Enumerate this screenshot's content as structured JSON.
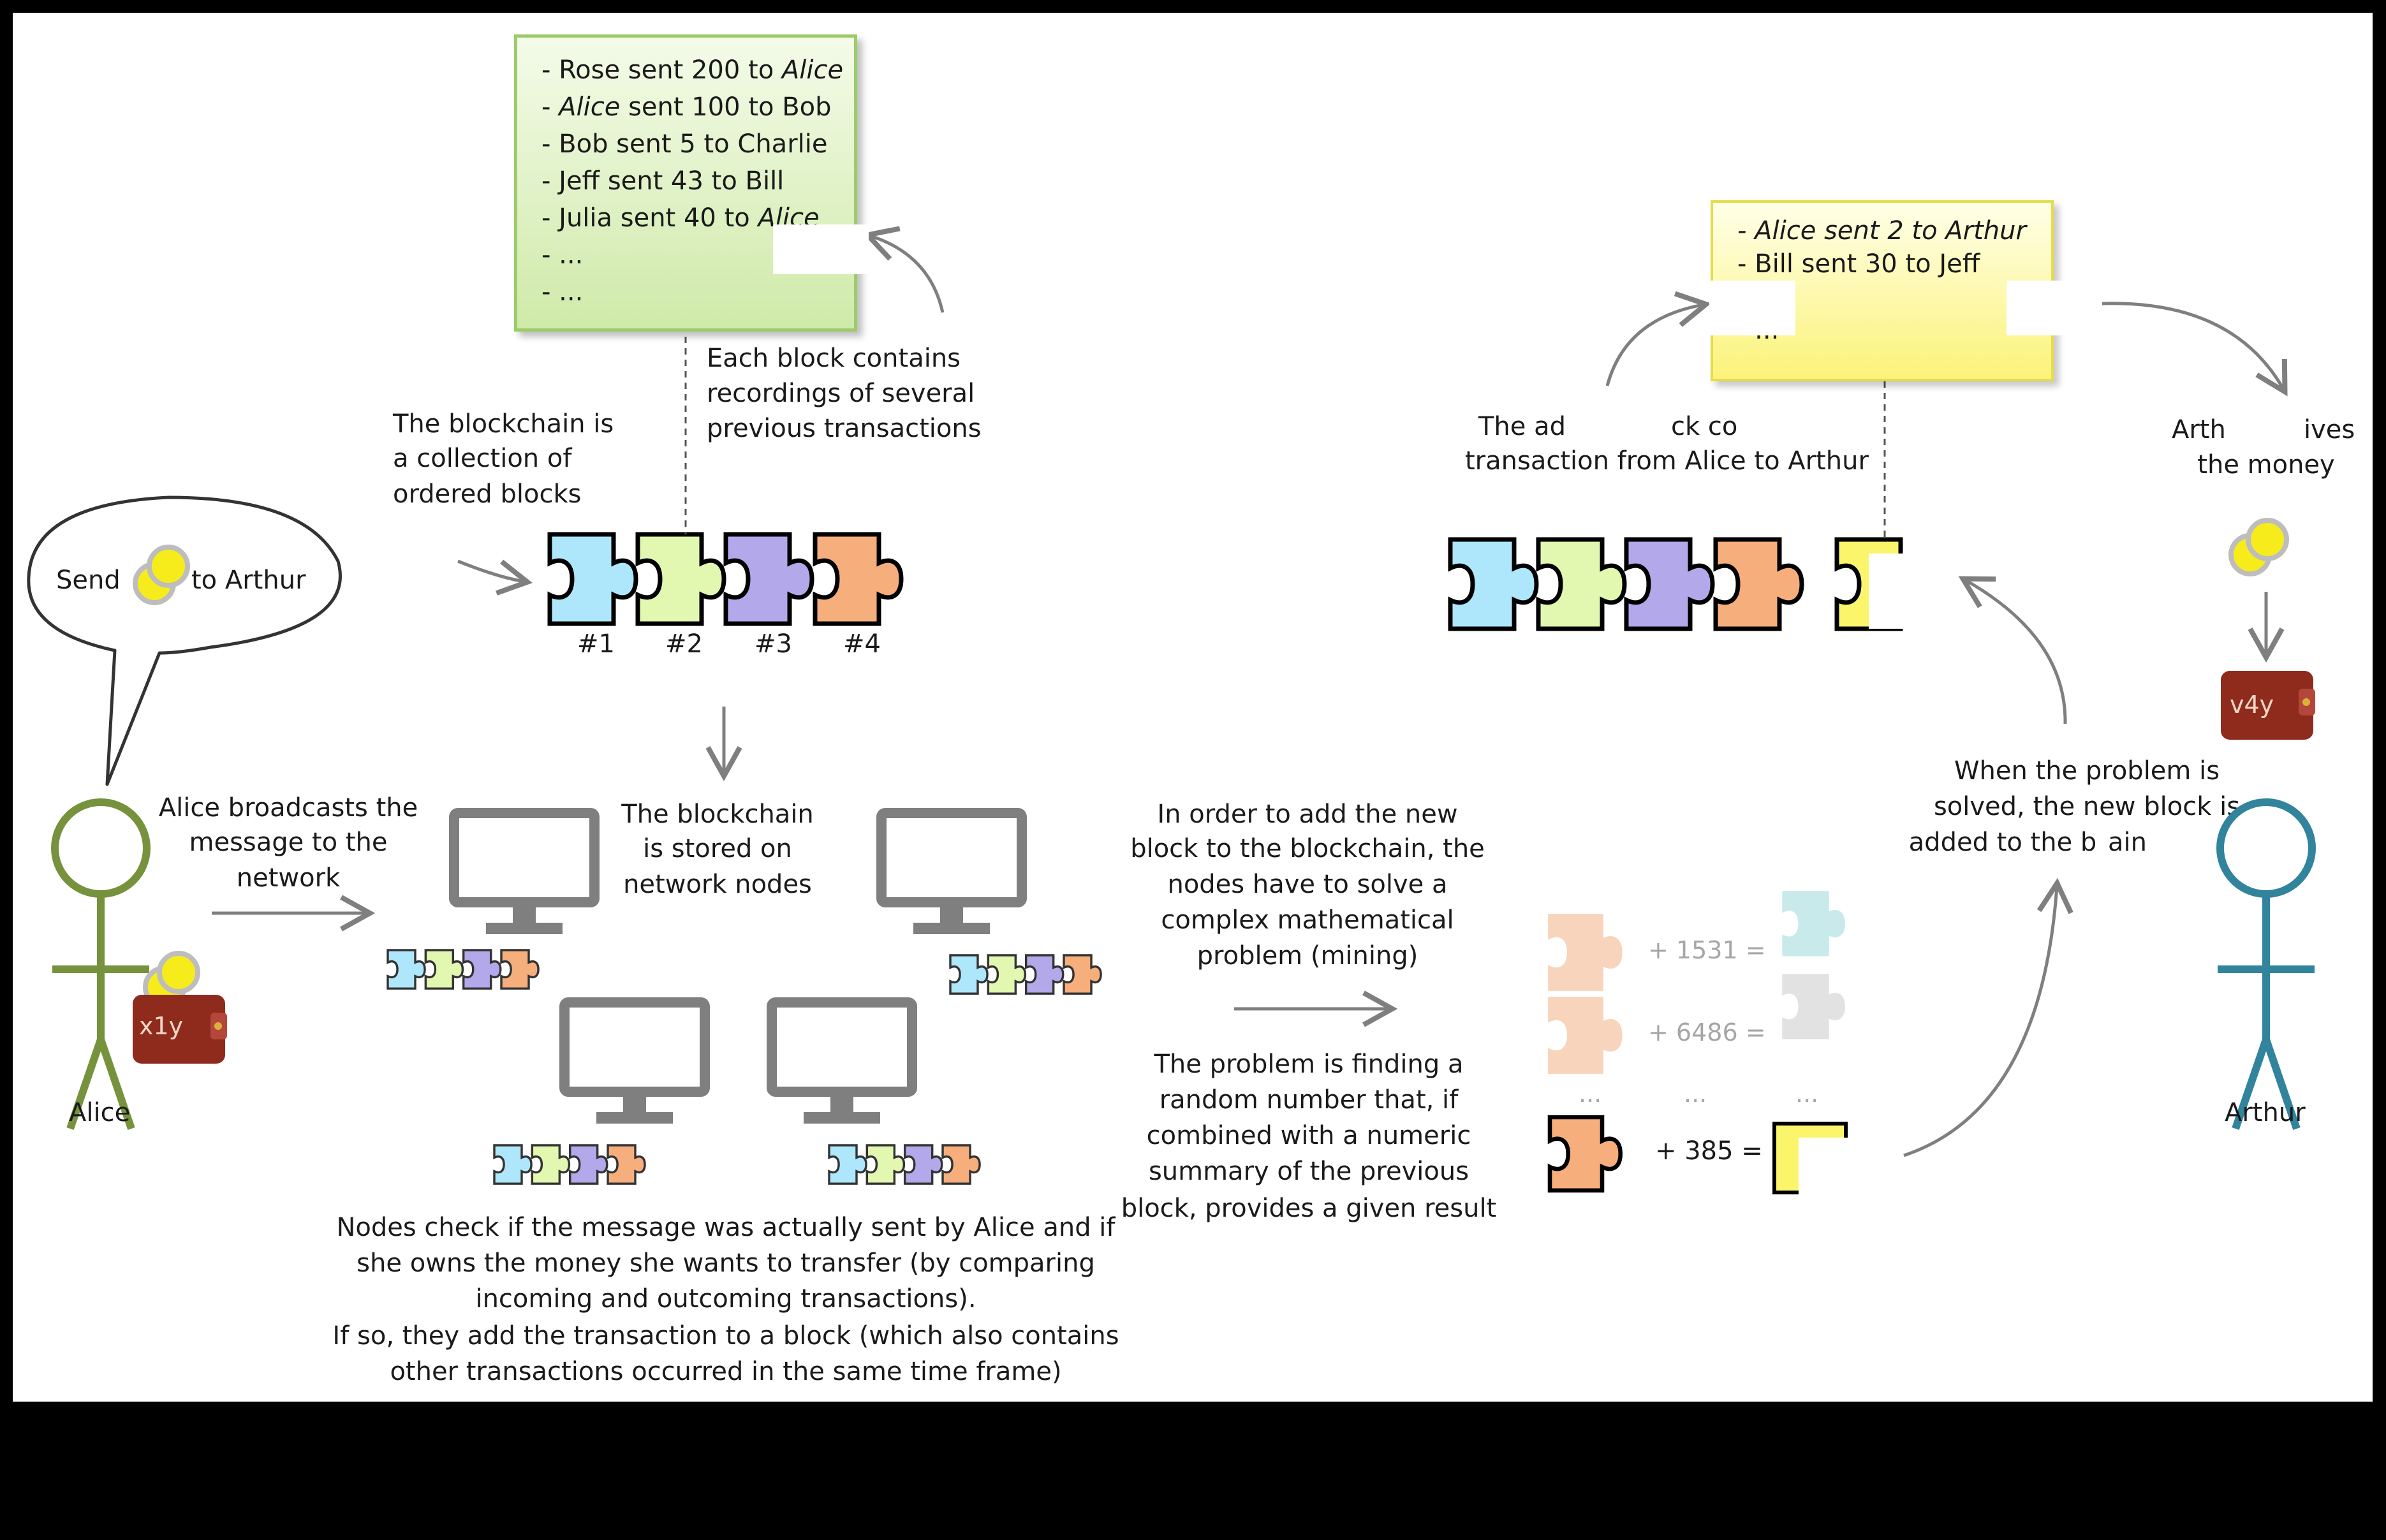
{
  "green_note": {
    "lines": [
      {
        "before": "- Rose sent 200 to ",
        "italic": "Alice",
        "after": ""
      },
      {
        "before": "- ",
        "italic": "Alice",
        "after": " sent 100 to Bob"
      },
      {
        "before": "- Bob sent 5 to Charlie",
        "italic": "",
        "after": ""
      },
      {
        "before": "- Jeff sent 43 to Bill",
        "italic": "",
        "after": ""
      },
      {
        "before": "- Julia sent 40 to ",
        "italic": "Alice",
        "after": ""
      },
      {
        "before": "- ...",
        "italic": "",
        "after": ""
      },
      {
        "before": "- ...",
        "italic": "",
        "after": ""
      }
    ]
  },
  "yellow_note": {
    "lines": [
      {
        "before": "",
        "italic": "- Alice sent 2 to Arthur",
        "after": ""
      },
      {
        "before": "- Bill sent 30 to Jeff",
        "italic": "",
        "after": ""
      },
      {
        "before": "",
        "italic": "",
        "after": ""
      },
      {
        "before": "- ...",
        "italic": "",
        "after": ""
      }
    ]
  },
  "labels": {
    "each_block": [
      "Each block contains",
      "recordings of several",
      "previous transactions"
    ],
    "collection": [
      "The blockchain is",
      "a collection of",
      "ordered blocks"
    ],
    "block_numbers": [
      "#1",
      "#2",
      "#3",
      "#4"
    ],
    "speech_send": "Send",
    "speech_to": "to Arthur",
    "broadcast": [
      "Alice broadcasts the",
      "message to the",
      "network"
    ],
    "stored": [
      "The blockchain",
      "is stored on",
      "network nodes"
    ],
    "alice_name": "Alice",
    "arthur_name": "Arthur",
    "wallet_alice": "x1y",
    "wallet_arthur": "v4y",
    "nodes_check": [
      "Nodes check if the message was actually sent by Alice and if",
      "she owns the money she wants to transfer (by comparing",
      "incoming and outcoming transactions).",
      "If so, they add the transaction to a block (which also contains",
      "other transactions occurred in the same time frame)"
    ],
    "in_order": [
      "In order to add the new",
      "block to the blockchain, the",
      "nodes have to solve a",
      "complex mathematical",
      "problem (mining)"
    ],
    "problem": [
      "The problem is finding a",
      "random number that, if",
      "combined with a numeric",
      "summary of the previous",
      "block, provides a given result"
    ],
    "mining_rows": [
      "+ 1531 =",
      "+ 6486 =",
      "+ 385 ="
    ],
    "ellipsis": "...",
    "added_block": [
      "The ad",
      "ck co",
      "transaction from Alice to Arthur"
    ],
    "arthur_receives": [
      "Arth",
      "ives",
      "the money"
    ],
    "solved": [
      "When the problem is",
      "solved, the new block is",
      "added to the b",
      "ain"
    ]
  },
  "colors": {
    "cyan": "#aee7fb",
    "green": "#e2f7b0",
    "purple": "#b3a8ea",
    "orange": "#f6ae7d",
    "yellow": "#fbf56c",
    "stick_alice": "#76923c",
    "stick_arthur": "#31849b",
    "wallet": "#8e2b1c",
    "coin": "#f7ec1b",
    "monitor": "#7f7f7f",
    "arrow": "#7f7f7f"
  }
}
